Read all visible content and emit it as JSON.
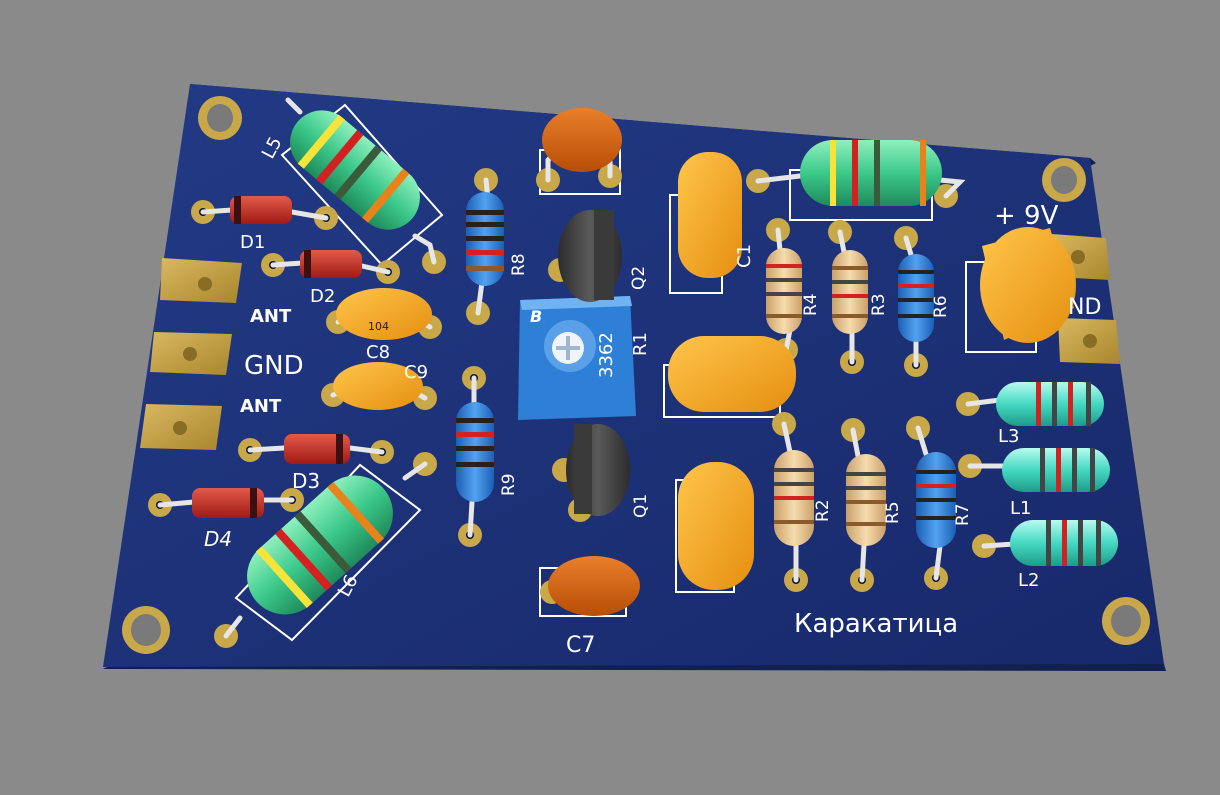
{
  "board": {
    "colors": {
      "background": "#8a8a8a",
      "pcb": "#1c2f78",
      "silkscreen": "#ffffff",
      "pad": "#c9a84a",
      "cap_yellow": "#f2a51e",
      "cap_orange": "#d9650f"
    },
    "project_name": "Каракатица",
    "power_label": "+ 9V",
    "gnd_label_right": "ND",
    "gnd_label_left": "GND",
    "ant_top": "ANT",
    "ant_bottom": "ANT",
    "trimmer_code": "3362",
    "trimmer_mark": "B",
    "cap_c8_code": "104"
  },
  "components": {
    "inductors": [
      "L5",
      "L6",
      "L3",
      "L1",
      "L2"
    ],
    "diodes": [
      "D1",
      "D2",
      "D3",
      "D4"
    ],
    "resistors": [
      "R8",
      "R9",
      "R4",
      "R3",
      "R6",
      "R2",
      "R5",
      "R7"
    ],
    "capacitors": [
      "C8",
      "C9",
      "C7",
      "C1"
    ],
    "transistors": [
      "Q2",
      "Q1"
    ],
    "trimmer": "R1"
  }
}
